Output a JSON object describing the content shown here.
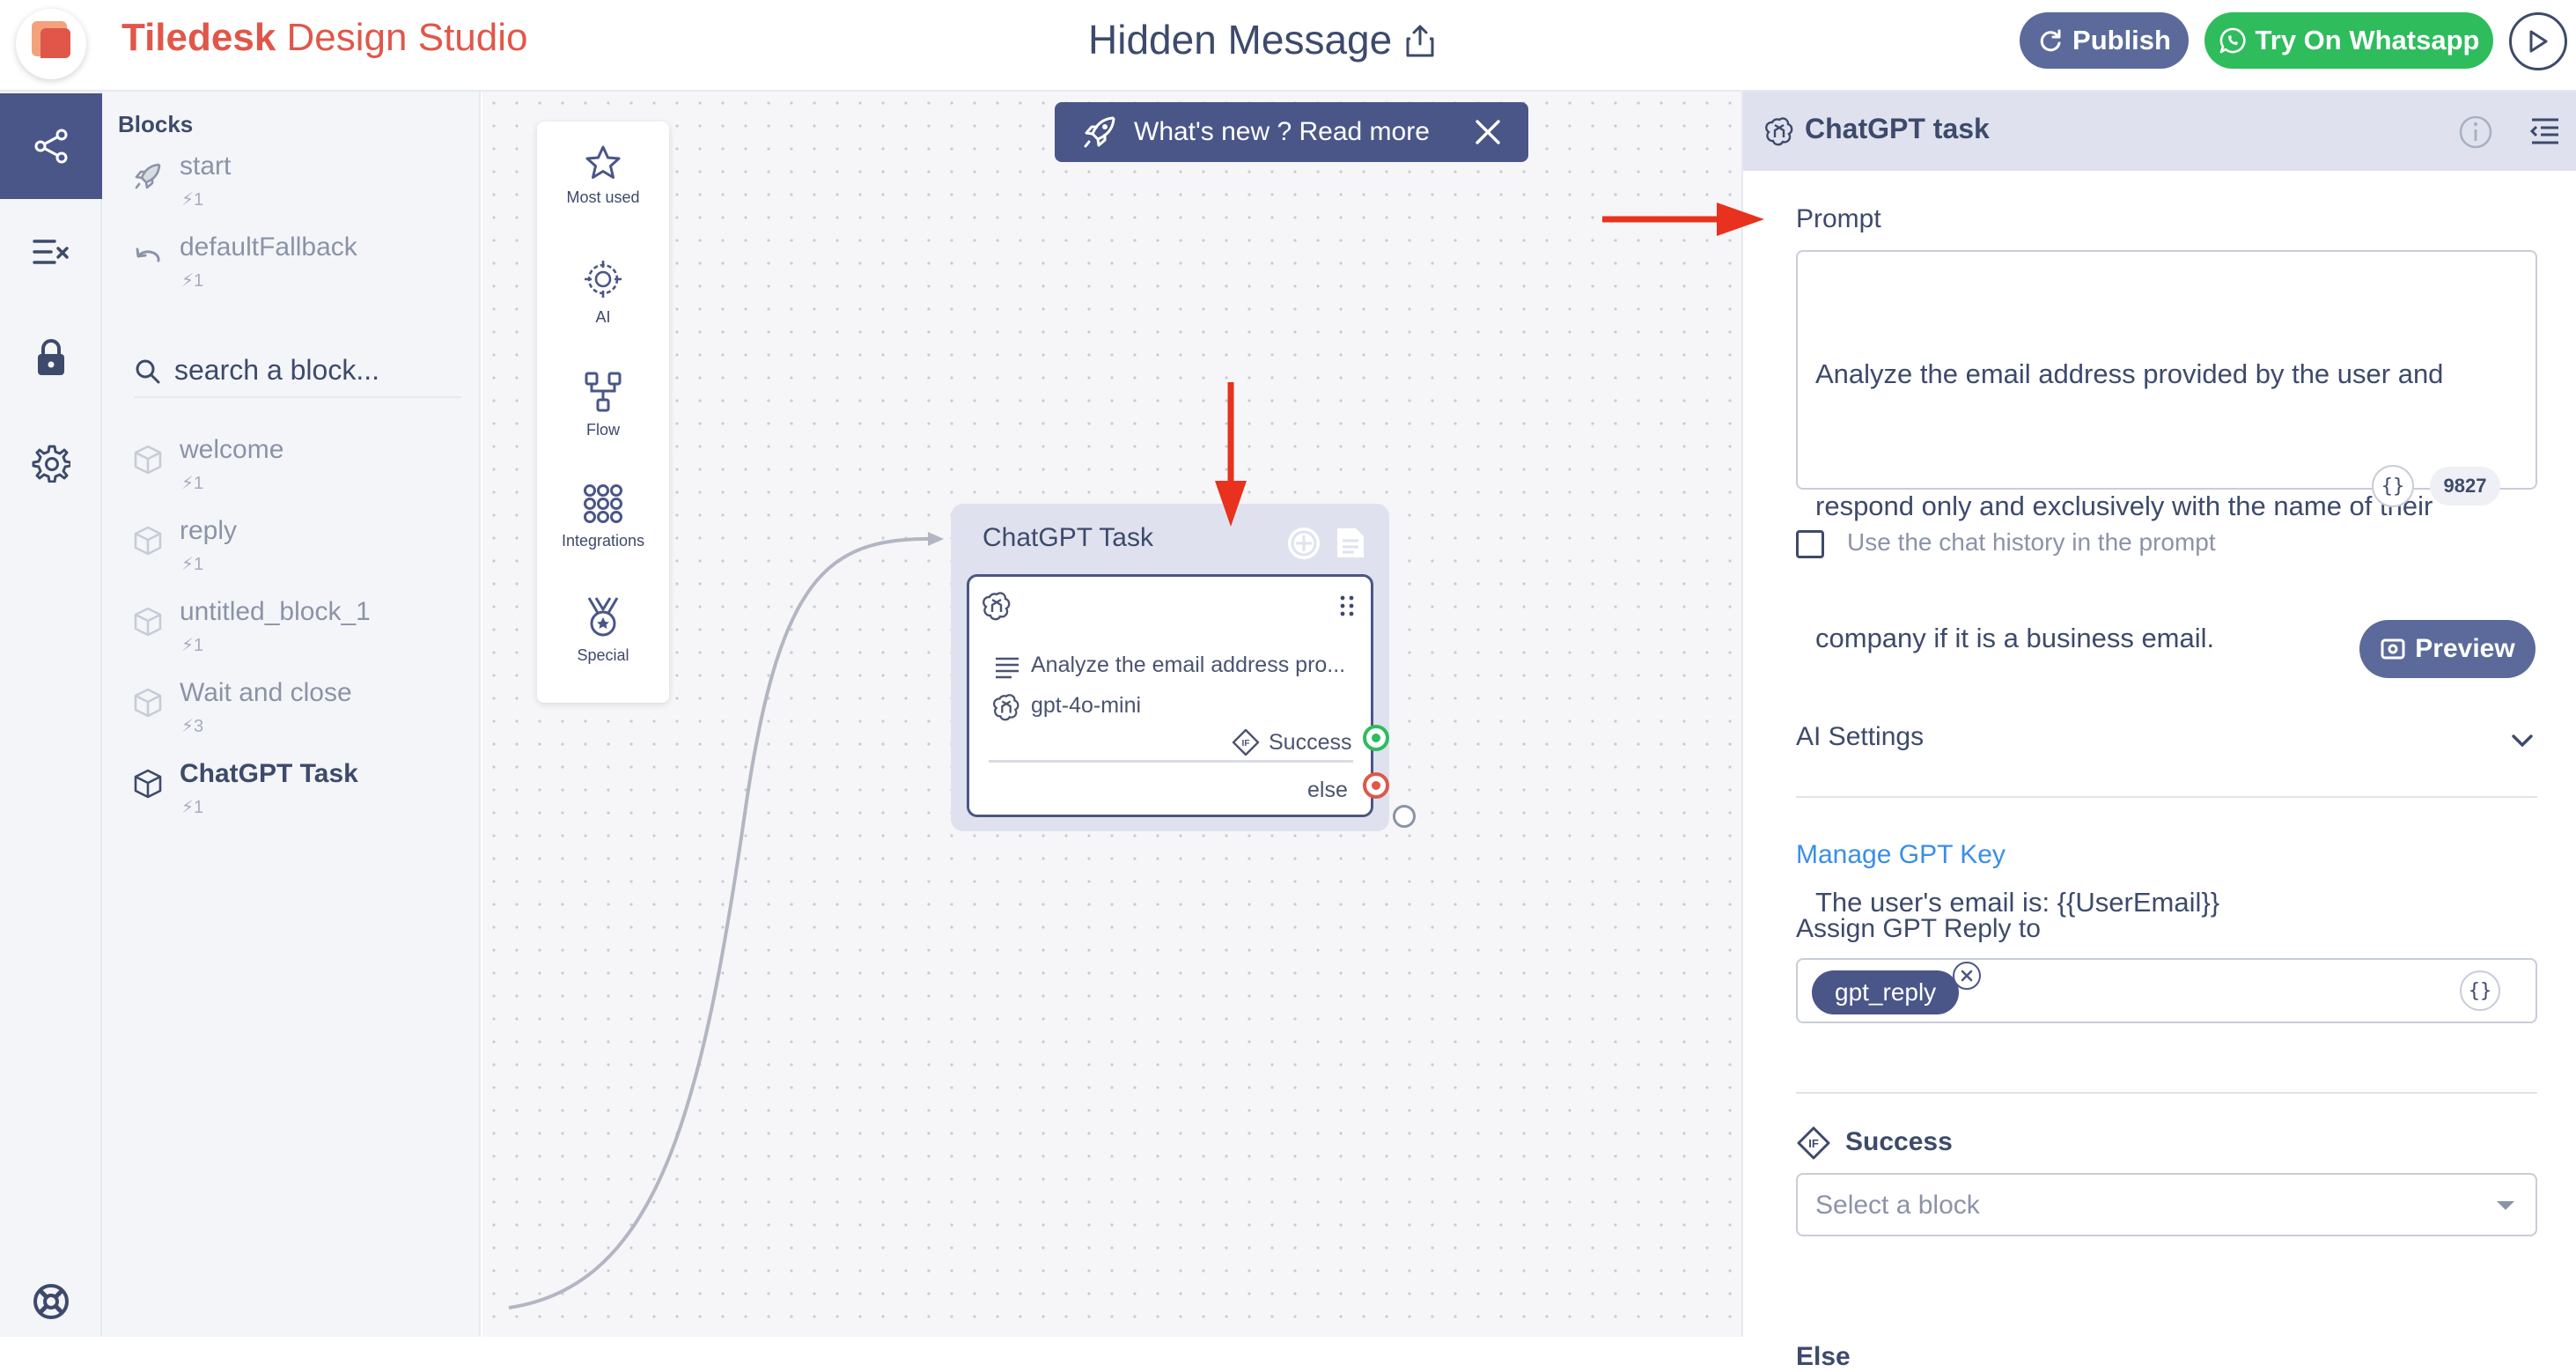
{
  "header": {
    "brand_bold": "Tiledesk",
    "brand_light": "Design Studio",
    "flow_title": "Hidden Message",
    "publish_label": "Publish",
    "whatsapp_label": "Try On Whatsapp"
  },
  "colors": {
    "brand": "#e0574a",
    "primary": "#4a5687",
    "button": "#5b6a9b",
    "whatsapp": "#2ebc5c",
    "success_port": "#2ebc5c",
    "else_port": "#e0574a",
    "annotation_arrow": "#e8321e",
    "link": "#3a8ee6"
  },
  "sidebar": {
    "heading": "Blocks",
    "fixed_blocks": [
      {
        "name": "start",
        "count": "1",
        "icon": "rocket-icon"
      },
      {
        "name": "defaultFallback",
        "count": "1",
        "icon": "undo-icon"
      }
    ],
    "search_placeholder": "search a block...",
    "blocks": [
      {
        "name": "welcome",
        "count": "1",
        "icon": "cube-icon"
      },
      {
        "name": "reply",
        "count": "1",
        "icon": "cube-icon"
      },
      {
        "name": "untitled_block_1",
        "count": "1",
        "icon": "cube-icon"
      },
      {
        "name": "Wait and close",
        "count": "3",
        "icon": "cube-icon"
      },
      {
        "name": "ChatGPT Task",
        "count": "1",
        "icon": "cube-icon",
        "active": true
      }
    ]
  },
  "palette": [
    {
      "label": "Most used",
      "icon": "star-icon"
    },
    {
      "label": "AI",
      "icon": "ai-brain-icon"
    },
    {
      "label": "Flow",
      "icon": "flow-branch-icon"
    },
    {
      "label": "Integrations",
      "icon": "integrations-grid-icon"
    },
    {
      "label": "Special",
      "icon": "special-medal-icon"
    }
  ],
  "whats_new": {
    "text": "What's new ? Read more"
  },
  "node": {
    "title": "ChatGPT Task",
    "prompt_preview": "Analyze the email address pro...",
    "model": "gpt-4o-mini",
    "success_label": "Success",
    "else_label": "else"
  },
  "panel": {
    "title": "ChatGPT task",
    "prompt_label": "Prompt",
    "prompt_lines": [
      "Analyze the email address provided by the user and",
      "respond only and exclusively with the name of their",
      "company if it is a business email.",
      "",
      "The user's email is: {{UserEmail}}"
    ],
    "char_count": "9827",
    "history_label": "Use the chat history in the prompt",
    "preview_label": "Preview",
    "ai_settings_label": "AI Settings",
    "manage_key_label": "Manage GPT Key",
    "assign_label": "Assign GPT Reply to",
    "assign_chip": "gpt_reply",
    "success_label": "Success",
    "success_placeholder": "Select a block",
    "else_label": "Else"
  }
}
